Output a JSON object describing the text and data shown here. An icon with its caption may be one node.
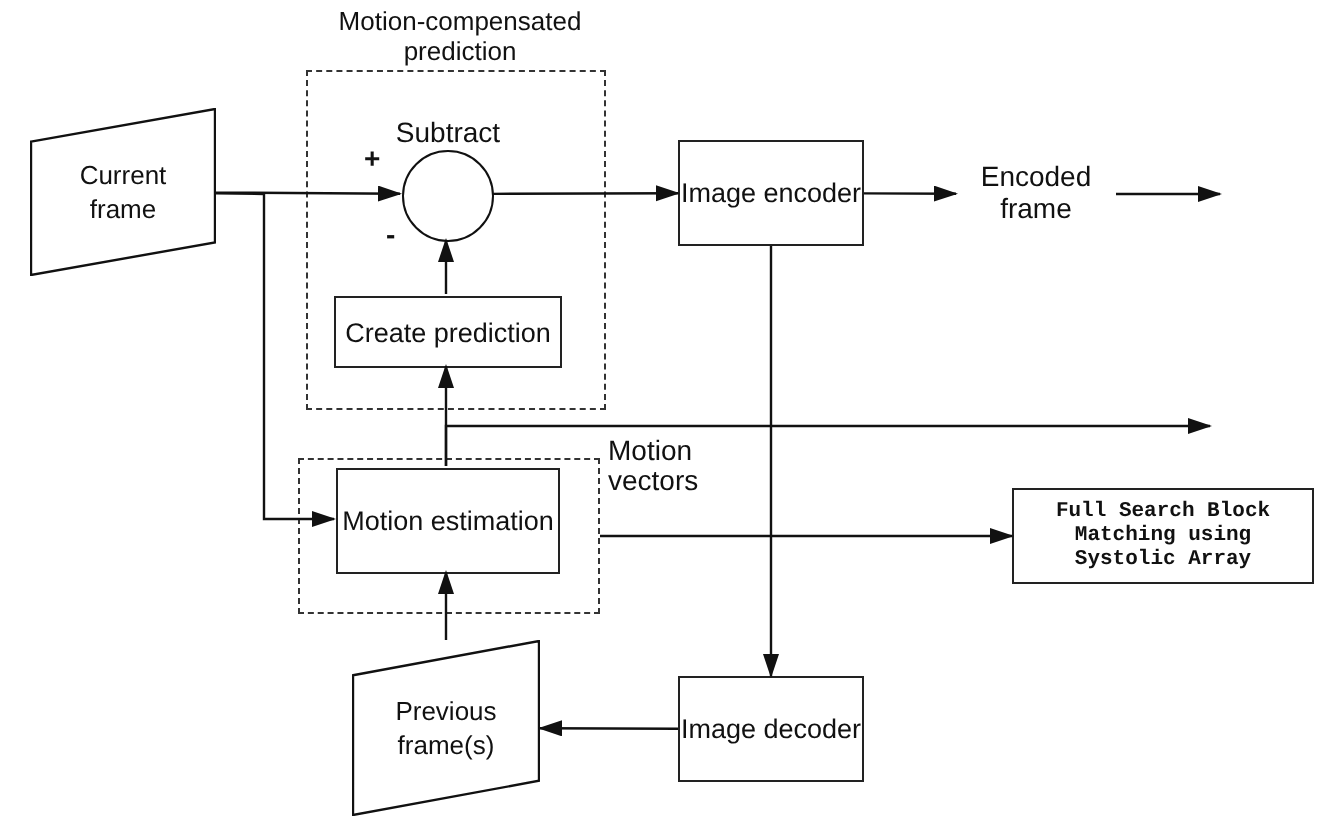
{
  "diagram": {
    "nodes": [
      {
        "text": [
          "Current frame"
        ]
      },
      {
        "text": [
          "Motion-compensated prediction"
        ]
      },
      {
        "text": [
          "Subtract"
        ],
        "in": 1
      },
      {
        "text": [
          "Create prediction"
        ],
        "in": 1
      },
      {
        "text": [],
        "shape": "box"
      },
      {
        "text": [
          "Motion estimation"
        ],
        "in": 4
      },
      {
        "text": [
          "Image encoder"
        ]
      },
      {
        "text": [
          "Encoded frame"
        ]
      },
      {
        "text": [
          "Full Search Block Matching using Systolic Array"
        ]
      },
      {
        "text": [
          "Previous frame(s)"
        ]
      },
      {
        "text": [
          "Image decoder"
        ]
      }
    ],
    "edges": [
      {
        "from": 0,
        "to": 2,
        "arrow": "to"
      },
      {
        "from": 0,
        "to": 5,
        "arrow": "to"
      },
      {
        "from": 2,
        "to": 6,
        "arrow": "to"
      },
      {
        "from": 6,
        "to": 7,
        "arrow": "to"
      },
      {
        "from": 7,
        "to": null,
        "arrow": "to"
      },
      {
        "from": 3,
        "to": 2,
        "arrow": "to"
      },
      {
        "from": 5,
        "to": 3,
        "arrow": "to"
      },
      {
        "from": 5,
        "to": null,
        "arrow": "to",
        "label": "Motion vectors"
      },
      {
        "from": 4,
        "to": 8,
        "arrow": "to"
      },
      {
        "from": 6,
        "to": 10,
        "arrow": "to"
      },
      {
        "from": 10,
        "to": 9,
        "arrow": "to"
      },
      {
        "from": 9,
        "to": 5,
        "arrow": "to"
      }
    ],
    "labels": [
      "+",
      "-"
    ]
  }
}
